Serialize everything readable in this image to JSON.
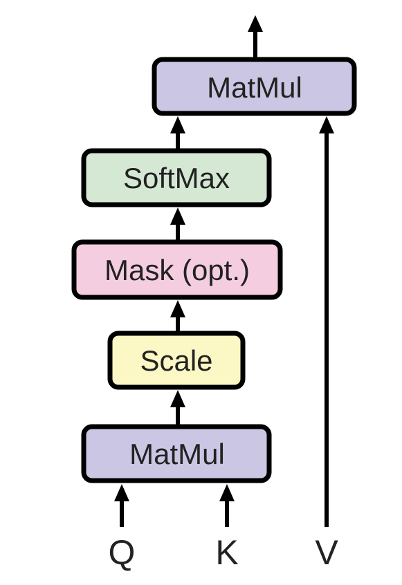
{
  "diagram": {
    "nodes": {
      "matmul_top": {
        "label": "MatMul",
        "fill": "#cbc6e3"
      },
      "softmax": {
        "label": "SoftMax",
        "fill": "#d5e8d4"
      },
      "mask": {
        "label": "Mask (opt.)",
        "fill": "#f4cde0"
      },
      "scale": {
        "label": "Scale",
        "fill": "#fcf8c5"
      },
      "matmul_bottom": {
        "label": "MatMul",
        "fill": "#cbc6e3"
      }
    },
    "inputs": {
      "q": "Q",
      "k": "K",
      "v": "V"
    },
    "edges": [
      {
        "from": "matmul_bottom",
        "to": "scale"
      },
      {
        "from": "scale",
        "to": "mask"
      },
      {
        "from": "mask",
        "to": "softmax"
      },
      {
        "from": "softmax",
        "to": "matmul_top"
      },
      {
        "from": "q",
        "to": "matmul_bottom"
      },
      {
        "from": "k",
        "to": "matmul_bottom"
      },
      {
        "from": "v",
        "to": "matmul_top"
      },
      {
        "from": "matmul_top",
        "to": "output"
      }
    ]
  }
}
